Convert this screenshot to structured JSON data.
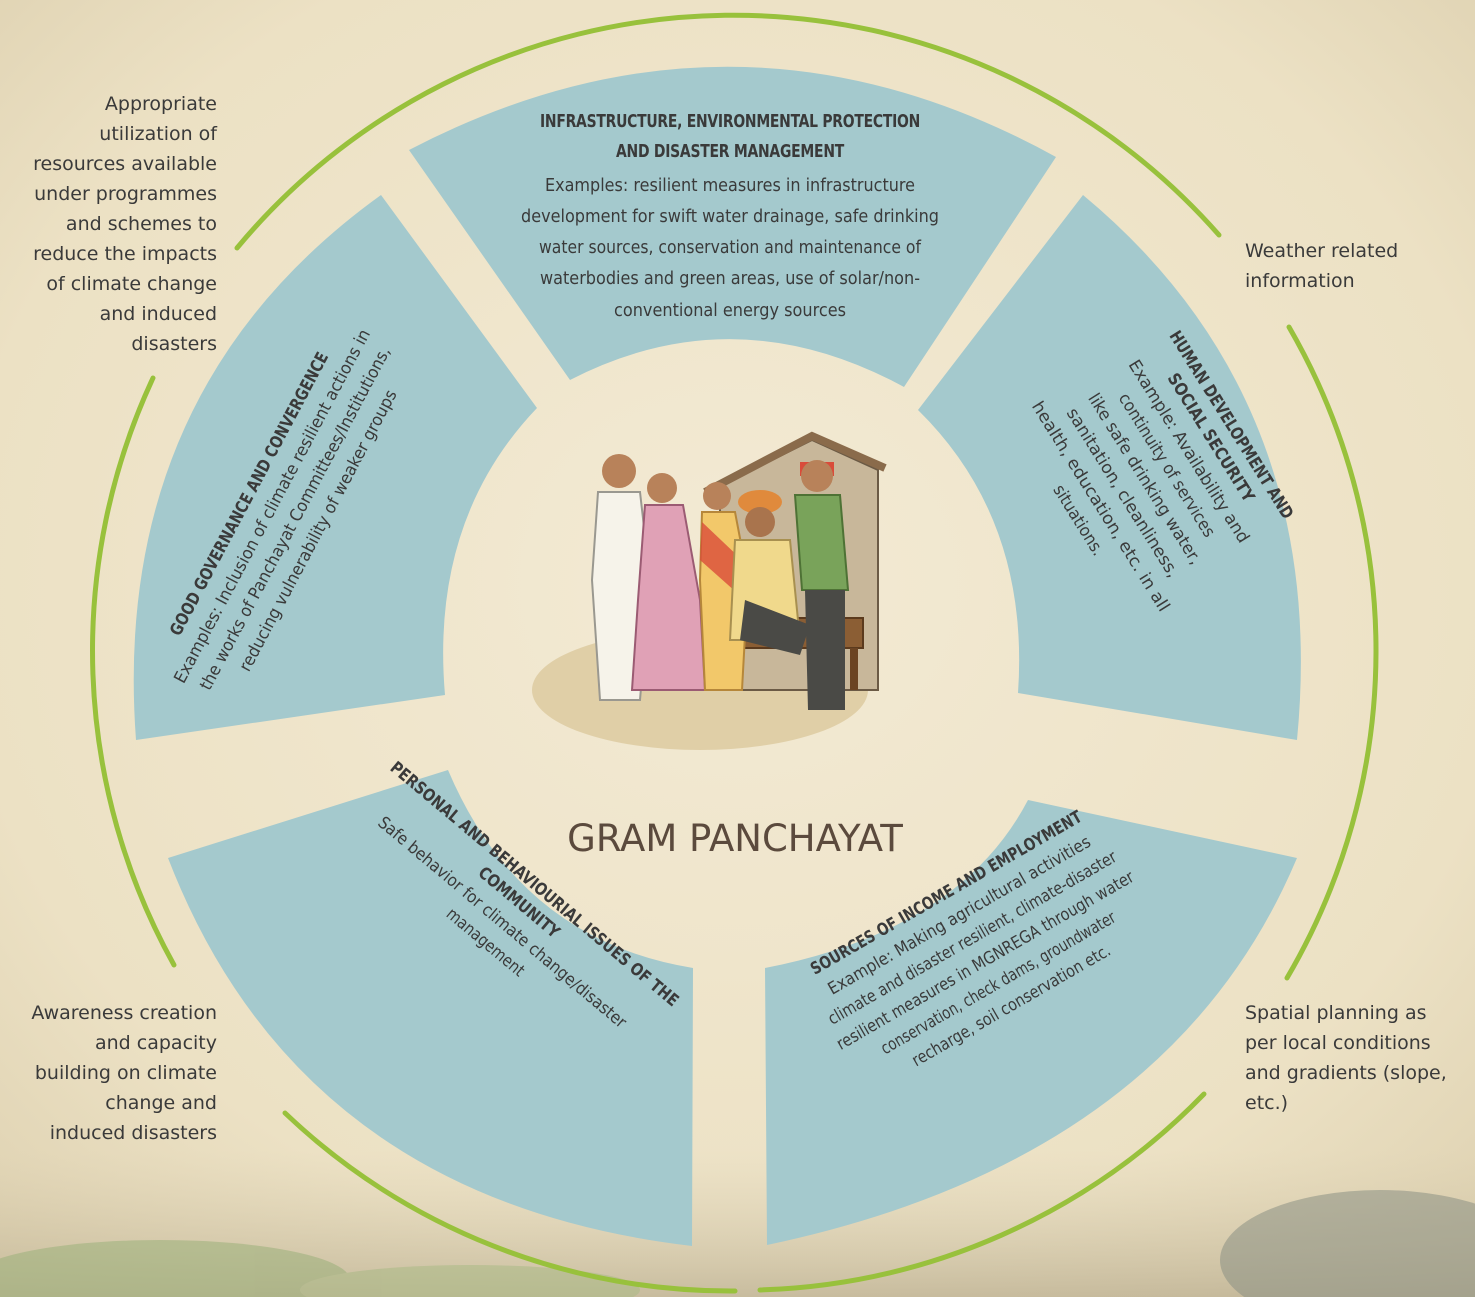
{
  "center": {
    "label": "GRAM PANCHAYAT"
  },
  "segments": {
    "top": {
      "title_line1": "INFRASTRUCTURE, ENVIRONMENTAL PROTECTION",
      "title_line2": "AND DISASTER MANAGEMENT",
      "lines": [
        "Examples: resilient measures in infrastructure",
        "development for swift water drainage, safe drinking",
        "water sources, conservation and maintenance of",
        "waterbodies and green areas, use of solar/non-",
        "conventional energy sources"
      ]
    },
    "right": {
      "title_line1": "HUMAN DEVELOPMENT AND",
      "title_line2": "SOCIAL SECURITY",
      "lines": [
        "Example: Availability and",
        "continuity of services",
        "like safe drinking water,",
        "sanitation, cleanliness,",
        "health, education, etc. in all",
        "situations."
      ]
    },
    "bottom_right": {
      "title": "SOURCES OF INCOME AND EMPLOYMENT",
      "lines": [
        "Example: Making agricultural activities",
        "climate and disaster resilient, climate-disaster",
        "resilient measures in MGNREGA through water",
        "conservation, check dams, groundwater",
        "recharge, soil conservation etc."
      ]
    },
    "bottom_left": {
      "title_line1": "PERSONAL AND BEHAVIOURIAL ISSUES OF THE",
      "title_line2": "COMMUNITY",
      "lines": [
        "Safe behavior for climate change/disaster",
        "management"
      ]
    },
    "left": {
      "title": "GOOD GOVERNANCE AND CONVERGENCE",
      "lines": [
        "Examples: Inclusion of climate resilient actions in",
        "the works of Panchayat Committees/Institutions,",
        "reducing vulnerability of weaker groups"
      ]
    }
  },
  "outer_notes": {
    "top_left": [
      "Appropriate",
      "utilization of",
      "resources available",
      "under programmes",
      "and schemes to",
      "reduce the impacts",
      "of climate change",
      "and induced",
      "disasters"
    ],
    "top_right": [
      "Weather related",
      "information"
    ],
    "bottom_left": [
      "Awareness creation",
      "and capacity",
      "building on climate",
      "change and",
      "induced disasters"
    ],
    "bottom_right": [
      "Spatial planning as",
      "per local conditions",
      "and gradients (slope,",
      "etc.)"
    ]
  },
  "colors": {
    "background": "#ece2c8",
    "segment_fill": "#a4c9cd",
    "inner_circle": "#f1e8d2",
    "ring": "#98c13c",
    "text": "#3a3a3a",
    "center_text": "#5b4a3d"
  },
  "center_image": {
    "icon": "villagers-meeting-illustration"
  }
}
